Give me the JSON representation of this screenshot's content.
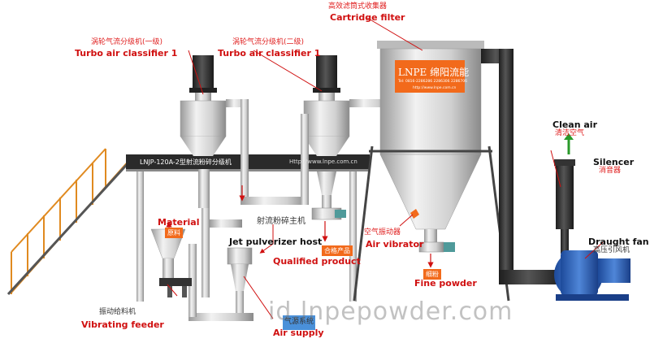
{
  "cartridge_filter": {
    "cn": "高效滤筒式收集器",
    "en": "Cartridge filter"
  },
  "classifier_1": {
    "cn": "涡轮气流分级机(一级)",
    "en": "Turbo air classifier 1"
  },
  "classifier_2": {
    "cn": "涡轮气流分级机(二级)",
    "en": "Turbo air classifier 1"
  },
  "brand": {
    "name_en": "LNPE",
    "name_cn": "绵阳流能",
    "tel": "Tel: 0816-2286286 2286306 2286706",
    "web": "http://www.lnpe.com.cn"
  },
  "platform": {
    "model": "LNJP-120A-2型射流粉碎分级机",
    "web": "Http://www.lnpe.com.cn"
  },
  "clean_air": {
    "en": "Clean air",
    "cn": "清洁空气"
  },
  "silencer": {
    "en": "Silencer",
    "cn": "消音器"
  },
  "material": {
    "en": "Material",
    "cn": "原料"
  },
  "jet_pulverizer": {
    "cn": "射流粉碎主机",
    "en": "Jet pulverizer host"
  },
  "qualified_product": {
    "cn": "合格产品",
    "en": "Qualified product"
  },
  "air_vibrator": {
    "cn": "空气振动器",
    "en": "Air vibrator"
  },
  "fine_powder": {
    "cn": "细粉",
    "en": "Fine powder"
  },
  "draught_fan": {
    "en": "Draught fan",
    "cn": "高压引风机"
  },
  "vibrating_feeder": {
    "cn": "振动给料机",
    "en": "Vibrating feeder"
  },
  "air_supply": {
    "cn": "气源系统",
    "en": "Air supply"
  },
  "watermark": "id.lnpepowder.com",
  "colors": {
    "label_red": "#d01010",
    "pipe_gray": "#c8c8c8",
    "fan_blue": "#2a5fb8",
    "duct_dark": "#3a3a3a",
    "tag_orange": "#f26a1b",
    "air_blue": "#4a90d9",
    "arrow_green": "#2a9a2a"
  }
}
